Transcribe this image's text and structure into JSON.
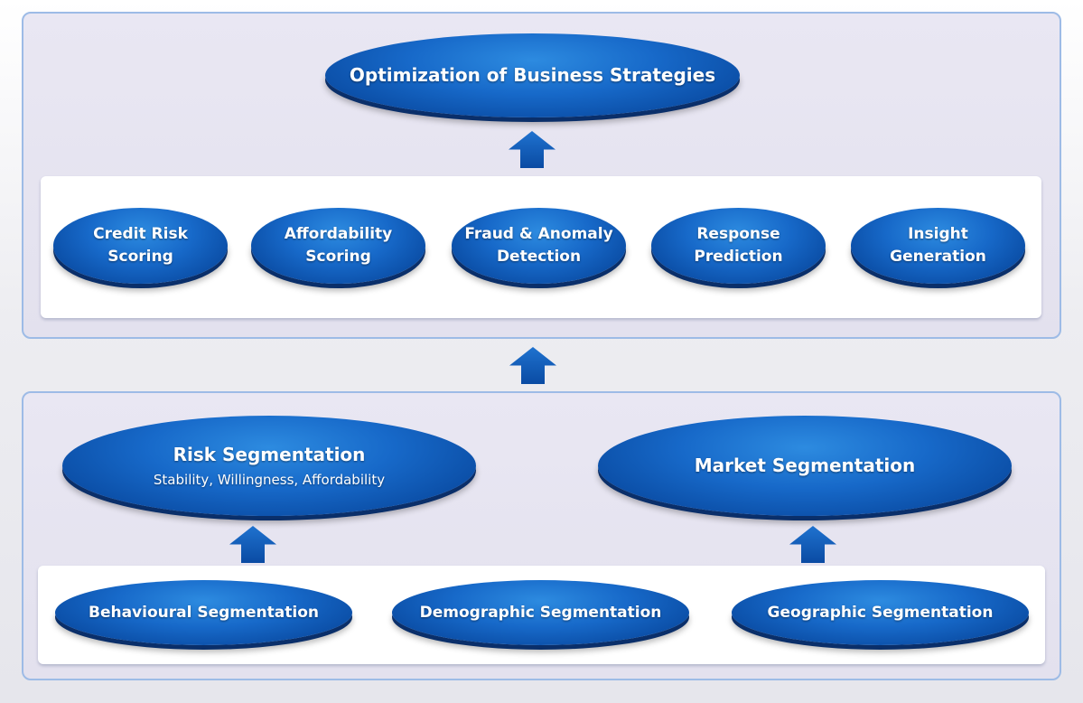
{
  "top": {
    "goal": "Optimization of Business Strategies",
    "models": [
      {
        "line1": "Credit Risk",
        "line2": "Scoring"
      },
      {
        "line1": "Affordability",
        "line2": "Scoring"
      },
      {
        "line1": "Fraud & Anomaly",
        "line2": "Detection"
      },
      {
        "line1": "Response",
        "line2": "Prediction"
      },
      {
        "line1": "Insight",
        "line2": "Generation"
      }
    ]
  },
  "bottom": {
    "risk": {
      "title": "Risk Segmentation",
      "subtitle": "Stability, Willingness, Affordability"
    },
    "market": {
      "title": "Market Segmentation"
    },
    "bases": [
      "Behavioural Segmentation",
      "Demographic Segmentation",
      "Geographic Segmentation"
    ]
  },
  "colors": {
    "node": "#1565c8",
    "node_shadow": "#0a2f6a",
    "panel_border": "#9dbbe6"
  },
  "icons": [
    "arrow-up-icon"
  ]
}
